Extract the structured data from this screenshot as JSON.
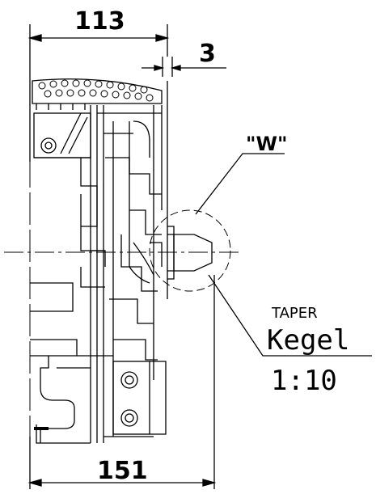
{
  "dimensions": {
    "top_width": "113",
    "gap": "3",
    "bottom_width": "151"
  },
  "detail_label": "\"W\"",
  "taper_note": {
    "english": "TAPER",
    "german": "Kegel",
    "ratio": "1:10"
  },
  "colors": {
    "line": "#000000",
    "background": "#ffffff"
  }
}
